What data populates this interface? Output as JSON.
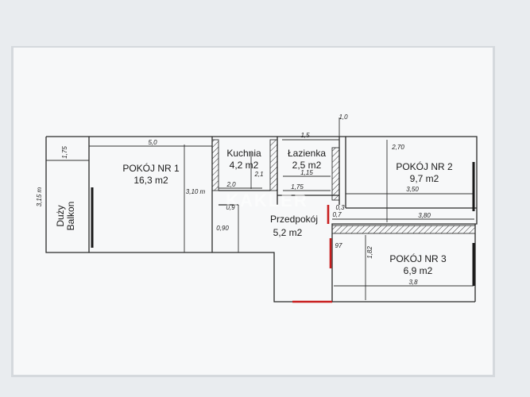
{
  "watermark": "KAKLER",
  "rooms": {
    "balkon": "Duży\nBalkon",
    "pokoj1": {
      "name": "POKÓJ NR 1",
      "area": "16,3 m2"
    },
    "kuchnia": {
      "name": "Kuchnia",
      "area": "4,2 m2"
    },
    "lazienka": {
      "name": "Łazienka",
      "area": "2,5 m2"
    },
    "pokoj2": {
      "name": "POKÓJ NR 2",
      "area": "9,7 m2"
    },
    "przedpokoj": {
      "name": "Przedpokój",
      "area": "5,2 m2"
    },
    "pokoj3": {
      "name": "POKÓJ NR 3",
      "area": "6,9 m2"
    }
  },
  "dims": {
    "d315": "3,15 m",
    "d175a": "1,75",
    "d50": "5,0",
    "d310": "3,10 m",
    "d20": "2,0",
    "d21": "2,1",
    "d15": "1,5",
    "d115": "1,15",
    "d175b": "1,75",
    "d10": "1,0",
    "d270": "2,70",
    "d350": "3,50",
    "d380": "3,80",
    "d09": "0,9",
    "d090": "0,90",
    "d03": "0,3",
    "d07": "0,7",
    "d97": "97",
    "d182": "1,82",
    "d318": "3,8"
  }
}
